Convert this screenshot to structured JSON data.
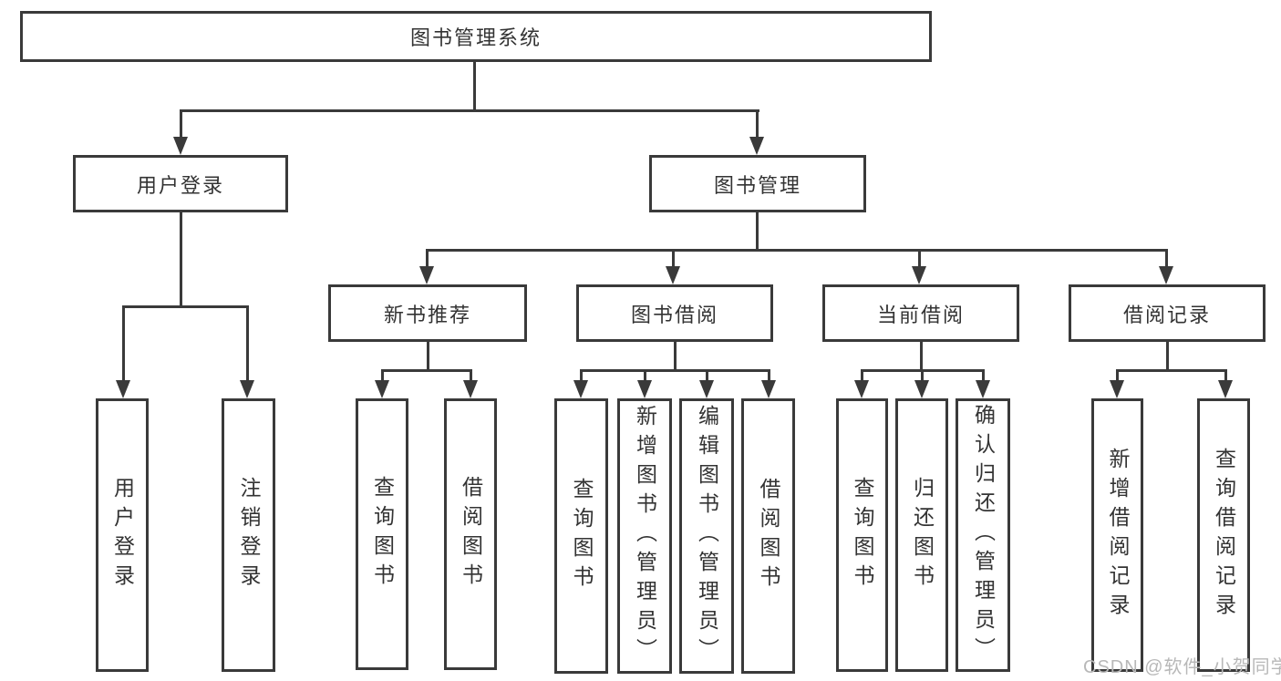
{
  "chart": {
    "root": {
      "label": "图书管理系统"
    },
    "branches": [
      {
        "label": "用户登录",
        "children": [
          {
            "label": "用户登录"
          },
          {
            "label": "注销登录"
          }
        ]
      },
      {
        "label": "图书管理",
        "children": [
          {
            "label": "新书推荐",
            "children": [
              {
                "label": "查询图书"
              },
              {
                "label": "借阅图书"
              }
            ]
          },
          {
            "label": "图书借阅",
            "children": [
              {
                "label": "查询图书"
              },
              {
                "label": "新增图书（管理员）"
              },
              {
                "label": "编辑图书（管理员）"
              },
              {
                "label": "借阅图书"
              }
            ]
          },
          {
            "label": "当前借阅",
            "children": [
              {
                "label": "查询图书"
              },
              {
                "label": "归还图书"
              },
              {
                "label": "确认归还（管理员）"
              }
            ]
          },
          {
            "label": "借阅记录",
            "children": [
              {
                "label": "新增借阅记录"
              },
              {
                "label": "查询借阅记录"
              }
            ]
          }
        ]
      }
    ]
  },
  "watermark": "CSDN @软件_小贺同学",
  "colors": {
    "line": "#3a3a3a",
    "text": "#333333",
    "watermark": "#b8b8b8",
    "background": "#ffffff"
  }
}
